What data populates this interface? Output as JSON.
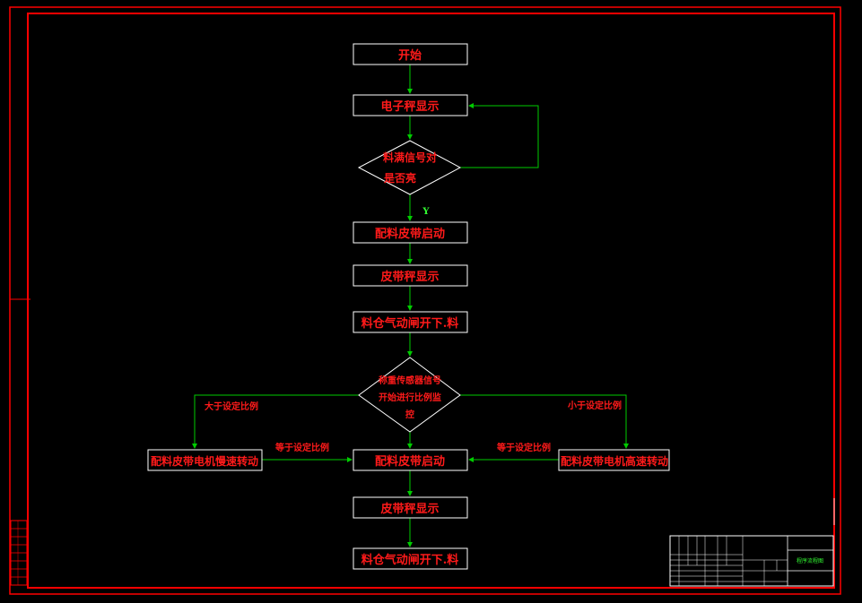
{
  "colors": {
    "background": "#000000",
    "frame": "#ff0000",
    "node_border": "#ffffff",
    "node_text": "#ff1a1a",
    "arrow": "#00cc00",
    "title_text": "#33ff33"
  },
  "nodes": {
    "start": "开始",
    "scale_display_1": "电子秤显示",
    "decision_1_line1": "料满信号对",
    "decision_1_line2": "是否亮",
    "belt_start_1": "配料皮带启动",
    "belt_scale_display_1": "皮带秤显示",
    "bin_gate_1": "料仓气动闸开下.料",
    "decision_2_line1": "称重传感器信号",
    "decision_2_line2": "开始进行比例监",
    "decision_2_line3": "控",
    "motor_slow": "配料皮带电机慢速转动",
    "belt_start_2": "配料皮带启动",
    "motor_fast": "配料皮带电机高速转动",
    "belt_scale_display_2": "皮带秤显示",
    "bin_gate_2": "料仓气动闸开下.料"
  },
  "edge_labels": {
    "yes": "Y",
    "greater": "大于设定比例",
    "less": "小于设定比例",
    "equal_left": "等于设定比例",
    "equal_right": "等于设定比例"
  },
  "title_block": {
    "drawing_name": "程序流程图"
  }
}
